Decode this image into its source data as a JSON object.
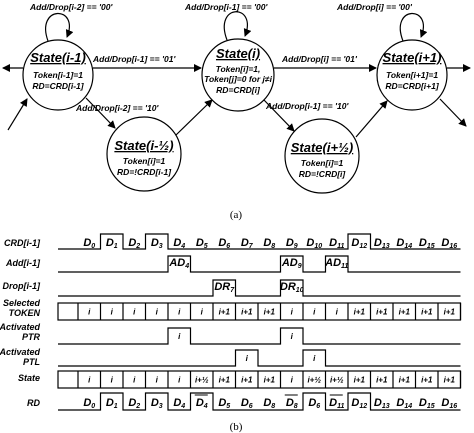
{
  "state_diagram": {
    "states": [
      {
        "title": "State(i-1)",
        "lines": [
          "Token[i-1]=1",
          "RD=CRD[i-1]"
        ]
      },
      {
        "title": "State(i)",
        "lines": [
          "Token[i]=1,",
          "Token[j]=0 for j≠i",
          "RD=CRD[i]"
        ]
      },
      {
        "title": "State(i+1)",
        "lines": [
          "Token[i+1]=1",
          "RD=CRD[i+1]"
        ]
      },
      {
        "title": "State(i-½)",
        "lines": [
          "Token[i]=1",
          "RD=!CRD[i-1]"
        ]
      },
      {
        "title": "State(i+½)",
        "lines": [
          "Token[i]=1",
          "RD=!CRD[i]"
        ]
      }
    ],
    "conditions": {
      "self_left": "Add/Drop[i-2] == '00'",
      "self_mid": "Add/Drop[i-1] == '00'",
      "self_right": "Add/Drop[i] == '00'",
      "left_to_mid": "Add/Drop[i-1] == '01'",
      "mid_to_right": "Add/Drop[i] == '01'",
      "left_to_half": "Add/Drop[i-2] == '10'",
      "mid_to_half": "Add/Drop[i-1] == '10'"
    },
    "caption": "(a)"
  },
  "timing": {
    "caption": "(b)",
    "row_labels": [
      "CRD[i-1]",
      "Add[i-1]",
      "Drop[i-1]",
      "Selected TOKEN",
      "Activated PTR",
      "Activated PTL",
      "State",
      "RD"
    ],
    "crd": [
      "D0",
      "D1",
      "D2",
      "D3",
      "D4",
      "D5",
      "D6",
      "D7",
      "D8",
      "D9",
      "D10",
      "D11",
      "D12",
      "D13",
      "D14",
      "D15",
      "D16"
    ],
    "add_pulses": [
      "AD4",
      "AD9",
      "AD11"
    ],
    "drop_pulses": [
      "DR7",
      "DR10"
    ],
    "selected_token": [
      "i",
      "i",
      "i",
      "i",
      "i",
      "i",
      "i+1",
      "i+1",
      "i+1",
      "i",
      "i",
      "i",
      "i+1",
      "i+1",
      "i+1",
      "i+1",
      "i+1"
    ],
    "ptr_marks": [
      "i",
      "i"
    ],
    "ptl_marks": [
      "i",
      "i"
    ],
    "state": [
      "i",
      "i",
      "i",
      "i",
      "i",
      "i+½",
      "i+1",
      "i+1",
      "i+1",
      "i",
      "i+½",
      "i+½",
      "i+1",
      "i+1",
      "i+1",
      "i+1",
      "i+1"
    ],
    "rd": [
      "D0",
      "D1",
      "D2",
      "D3",
      "D4",
      "D4",
      "D5",
      "D6",
      "D8",
      "D8",
      "D6",
      "D11",
      "D12",
      "D13",
      "D14",
      "D15",
      "D16"
    ],
    "rd_overline": [
      false,
      false,
      false,
      false,
      false,
      true,
      false,
      false,
      false,
      true,
      false,
      true,
      false,
      false,
      false,
      false,
      false
    ]
  }
}
